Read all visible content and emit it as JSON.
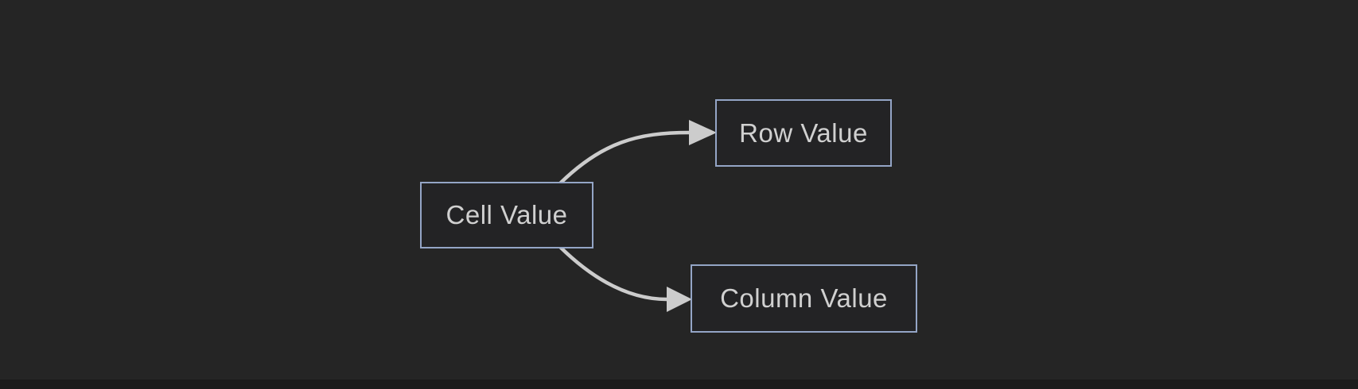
{
  "diagram": {
    "nodes": [
      {
        "id": "cell",
        "label": "Cell Value"
      },
      {
        "id": "row",
        "label": "Row Value"
      },
      {
        "id": "column",
        "label": "Column Value"
      }
    ],
    "edges": [
      {
        "from": "Cell Value",
        "to": "Row Value"
      },
      {
        "from": "Cell Value",
        "to": "Column Value"
      }
    ],
    "colors": {
      "background": "#252525",
      "node_border": "#94a5c6",
      "node_fill": "#232325",
      "node_text": "#d0d0d0",
      "edge_stroke": "#cccccc",
      "bottom_bar": "#1c1c1c"
    }
  }
}
